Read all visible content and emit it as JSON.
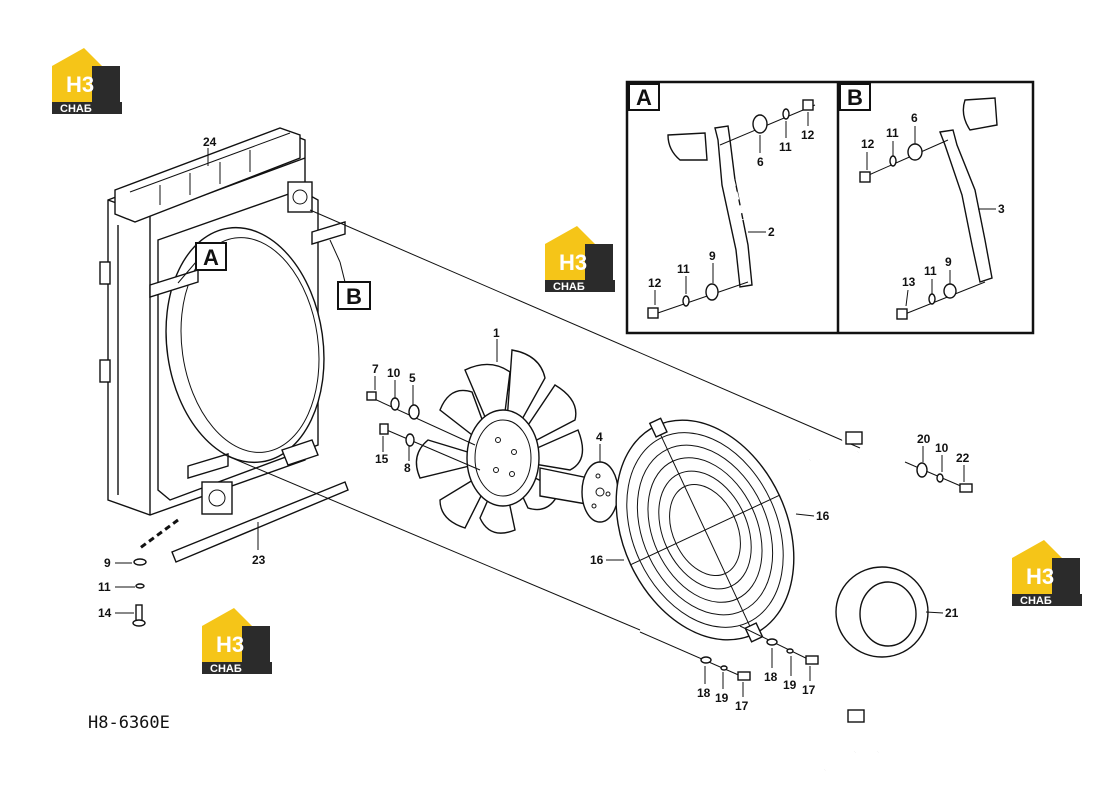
{
  "drawing_code": "H8-6360E",
  "logo": {
    "top": "H3",
    "bottom": "СНАБ",
    "accent_color": "#f5c518",
    "dark_color": "#2b2b2b"
  },
  "detail_views": {
    "a": "A",
    "b": "B"
  },
  "main_callouts": {
    "a": "A",
    "b": "B"
  },
  "labels": {
    "p24": "24",
    "p1": "1",
    "p7": "7",
    "p10a": "10",
    "p5": "5",
    "p15": "15",
    "p8": "8",
    "p4": "4",
    "p16a": "16",
    "p16b": "16",
    "p20": "20",
    "p10b": "10",
    "p22": "22",
    "p21": "21",
    "p23": "23",
    "p9": "9",
    "p11": "11",
    "p14": "14",
    "p18a": "18",
    "p19a": "19",
    "p17a": "17",
    "p18b": "18",
    "p19b": "19",
    "p17b": "17"
  },
  "detail_a_labels": {
    "p6": "6",
    "p11": "11",
    "p12a": "12",
    "p2": "2",
    "p12b": "12",
    "p11b": "11",
    "p9": "9"
  },
  "detail_b_labels": {
    "p12": "12",
    "p11": "11",
    "p6": "6",
    "p3": "3",
    "p13": "13",
    "p11b": "11",
    "p9": "9"
  }
}
